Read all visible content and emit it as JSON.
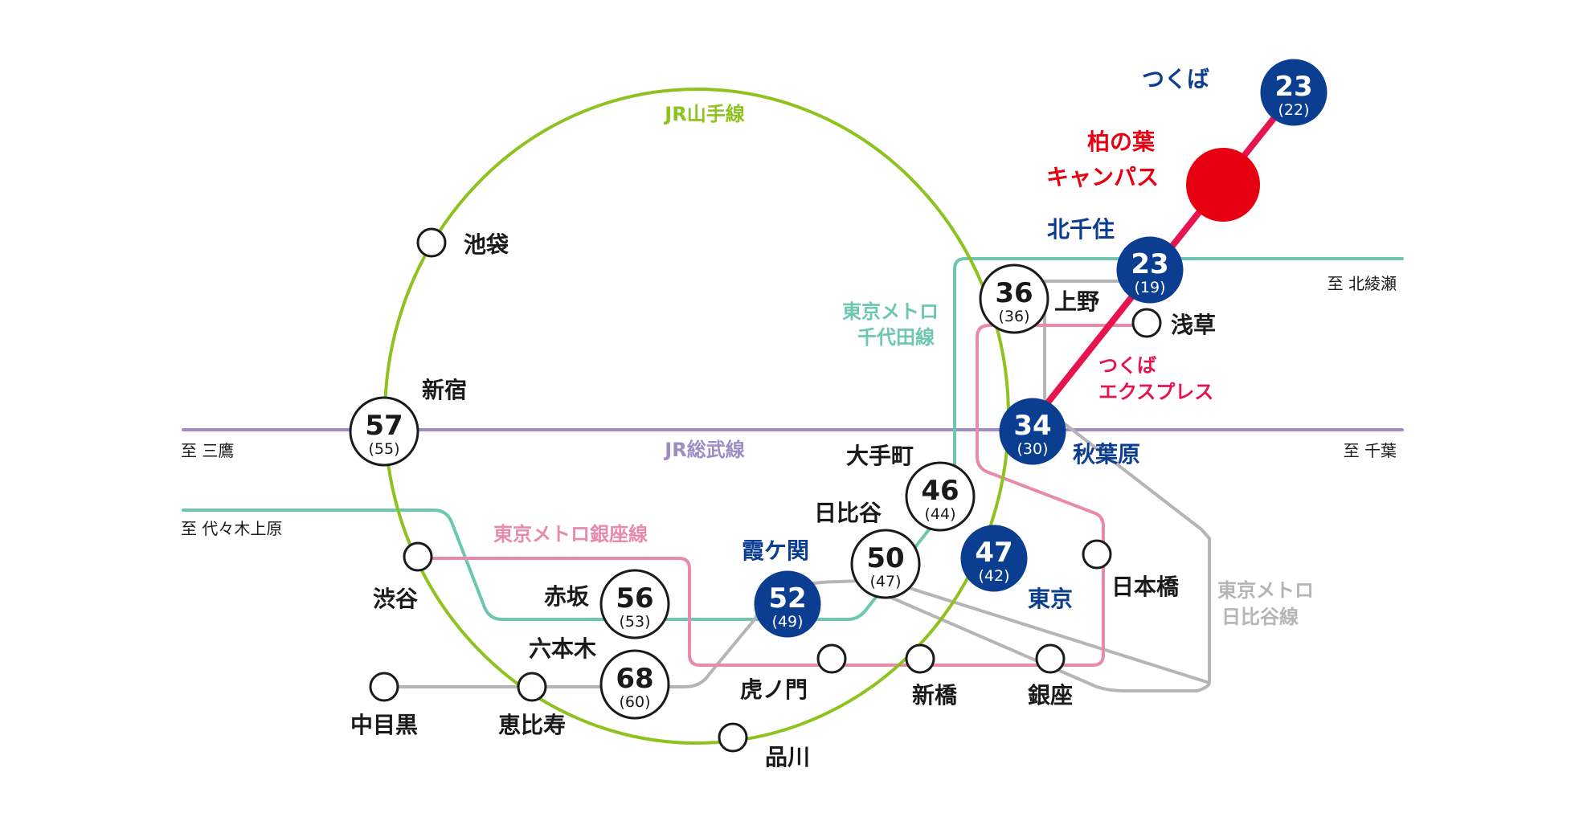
{
  "colors": {
    "yamanote": "#8dc21f",
    "sobu": "#a08cc4",
    "chiyoda": "#6cc6b0",
    "ginza": "#e889ad",
    "hibiya": "#b5b5b5",
    "tx": "#e5144f",
    "station_blue": "#0b3d91",
    "campus_red": "#e60012",
    "text": "#1a1a1a",
    "line_label_blue": "#0b3d91"
  },
  "campus": {
    "name_line1": "柏の葉",
    "name_line2": "キャンパス"
  },
  "lines": {
    "yamanote": "JR山手線",
    "sobu": "JR総武線",
    "chiyoda_line1": "東京メトロ",
    "chiyoda_line2": "千代田線",
    "ginza": "東京メトロ銀座線",
    "hibiya_line1": "東京メトロ",
    "hibiya_line2": "日比谷線",
    "tx_line1": "つくば",
    "tx_line2": "エクスプレス"
  },
  "destinations": {
    "kitaayase": "至 北綾瀬",
    "mitaka": "至 三鷹",
    "chiba": "至 千葉",
    "yoyogiuehara": "至 代々木上原"
  },
  "stations": {
    "tsukuba": {
      "name": "つくば",
      "time": "23",
      "alt": "(22)"
    },
    "kitasenju": {
      "name": "北千住",
      "time": "23",
      "alt": "(19)"
    },
    "akihabara": {
      "name": "秋葉原",
      "time": "34",
      "alt": "(30)"
    },
    "ueno": {
      "name": "上野",
      "time": "36",
      "alt": "(36)"
    },
    "shinjuku": {
      "name": "新宿",
      "time": "57",
      "alt": "(55)"
    },
    "otemachi": {
      "name": "大手町",
      "time": "46",
      "alt": "(44)"
    },
    "hibiya": {
      "name": "日比谷",
      "time": "50",
      "alt": "(47)"
    },
    "tokyo": {
      "name": "東京",
      "time": "47",
      "alt": "(42)"
    },
    "kasumigaseki": {
      "name": "霞ケ関",
      "time": "52",
      "alt": "(49)"
    },
    "akasaka": {
      "name": "赤坂",
      "time": "56",
      "alt": "(53)"
    },
    "roppongi": {
      "name": "六本木",
      "time": "68",
      "alt": "(60)"
    },
    "asakusa": {
      "name": "浅草"
    },
    "ikebukuro": {
      "name": "池袋"
    },
    "shibuya": {
      "name": "渋谷"
    },
    "nakameguro": {
      "name": "中目黒"
    },
    "ebisu": {
      "name": "恵比寿"
    },
    "shinagawa": {
      "name": "品川"
    },
    "toranomon": {
      "name": "虎ノ門"
    },
    "shimbashi": {
      "name": "新橋"
    },
    "ginza": {
      "name": "銀座"
    },
    "nihombashi": {
      "name": "日本橋"
    }
  }
}
